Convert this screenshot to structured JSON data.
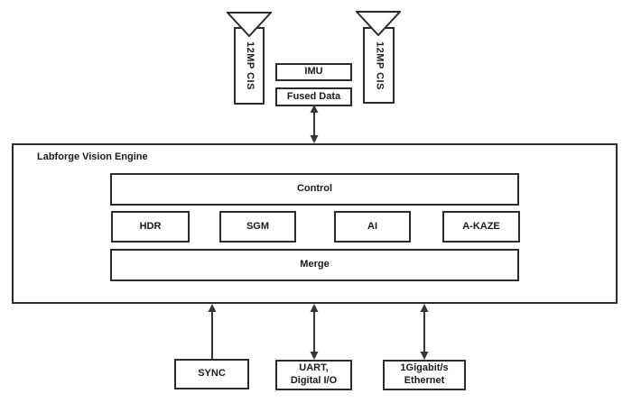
{
  "colors": {
    "background": "#ffffff",
    "line": "#363636",
    "box_border": "#2b2b2b",
    "text": "#1a1a1a"
  },
  "cameras": {
    "left_label": "12MP CIS",
    "right_label": "12MP CIS"
  },
  "sensor_stack": {
    "imu_label": "IMU",
    "fused_data_label": "Fused Data"
  },
  "engine": {
    "title": "Labforge Vision Engine",
    "control_label": "Control",
    "modules": [
      "HDR",
      "SGM",
      "AI",
      "A-KAZE"
    ],
    "merge_label": "Merge"
  },
  "io_ports": [
    {
      "line1": "SYNC",
      "line2": ""
    },
    {
      "line1": "UART,",
      "line2": "Digital I/O"
    },
    {
      "line1": "1Gigabit/s",
      "line2": "Ethernet"
    }
  ]
}
